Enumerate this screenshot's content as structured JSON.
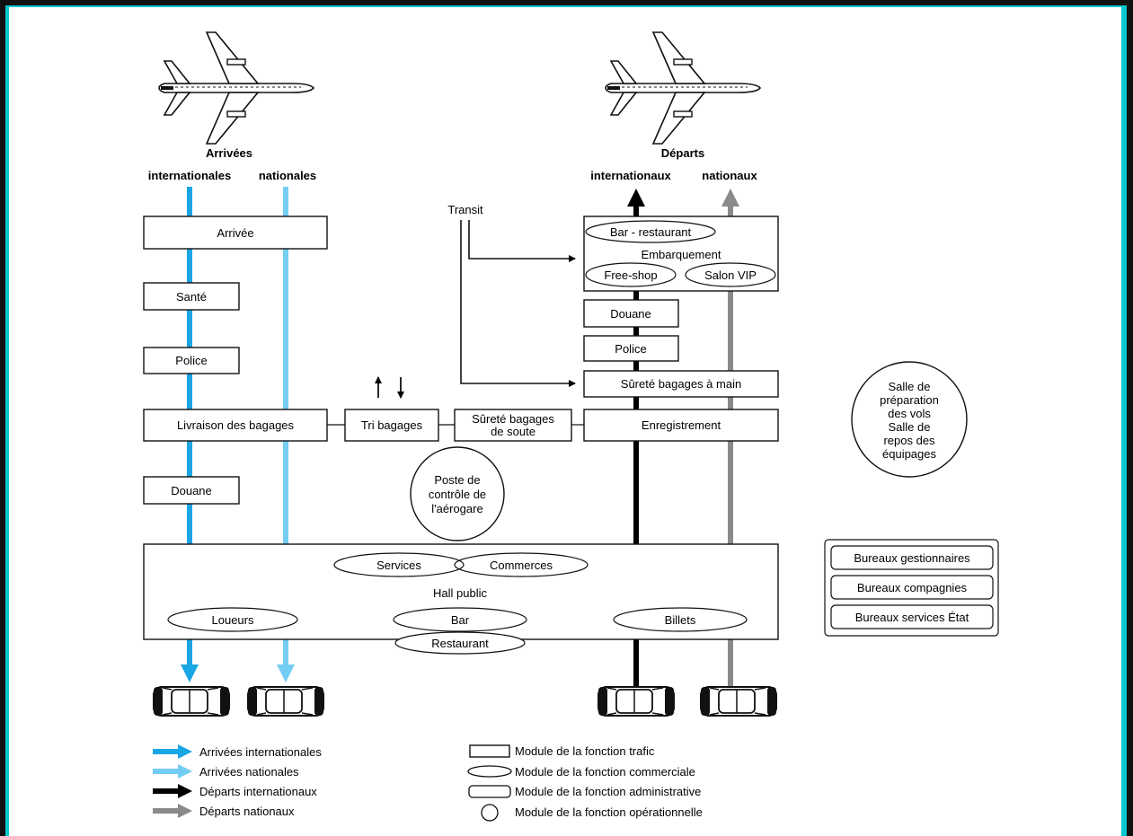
{
  "colors": {
    "arrivees_internationales": "#1aa5e3",
    "arrivees_nationales": "#74cdf2",
    "departs_internationaux": "#000000",
    "departs_nationaux": "#8a8a8a",
    "frame_border": "#05c7cf"
  },
  "headings": {
    "arrivees": "Arrivées",
    "arrivees_internationales": "internationales",
    "arrivees_nationales": "nationales",
    "departs": "Départs",
    "departs_internationaux": "internationaux",
    "departs_nationaux": "nationaux"
  },
  "transit": "Transit",
  "modules": {
    "arrivee": "Arrivée",
    "sante": "Santé",
    "police_arrivee": "Police",
    "livraison_bagages": "Livraison des bagages",
    "douane_arrivee": "Douane",
    "tri_bagages": "Tri bagages",
    "surete_soute_line1": "Sûreté bagages",
    "surete_soute_line2": "de soute",
    "enregistrement": "Enregistrement",
    "surete_main": "Sûreté bagages à main",
    "police_depart": "Police",
    "douane_depart": "Douane",
    "embarquement": "Embarquement",
    "bar_restaurant": "Bar - restaurant",
    "free_shop": "Free-shop",
    "salon_vip": "Salon VIP"
  },
  "hall": {
    "title": "Hall public",
    "services": "Services",
    "commerces": "Commerces",
    "loueurs": "Loueurs",
    "bar": "Bar",
    "restaurant": "Restaurant",
    "billets": "Billets"
  },
  "operational": {
    "poste_controle": [
      "Poste de",
      "contrôle de",
      "l'aérogare"
    ],
    "salle_preparation": [
      "Salle de",
      "préparation",
      "des vols",
      "Salle de",
      "repos des",
      "équipages"
    ]
  },
  "admin": {
    "bureaux_gestionnaires": "Bureaux gestionnaires",
    "bureaux_compagnies": "Bureaux compagnies",
    "bureaux_services_etat": "Bureaux services État"
  },
  "legend_flows": [
    {
      "label": "Arrivées internationales",
      "color": "#1aa5e3"
    },
    {
      "label": "Arrivées nationales",
      "color": "#74cdf2"
    },
    {
      "label": "Départs internationaux",
      "color": "#000000"
    },
    {
      "label": "Départs nationaux",
      "color": "#8a8a8a"
    }
  ],
  "legend_modules": [
    {
      "label": "Module de la fonction trafic",
      "shape": "rectangle"
    },
    {
      "label": "Module de la fonction commerciale",
      "shape": "ellipse"
    },
    {
      "label": "Module de la fonction administrative",
      "shape": "rounded-rectangle"
    },
    {
      "label": "Module de la fonction opérationnelle",
      "shape": "circle"
    }
  ],
  "icons": {
    "airplane_left": "airplane-icon",
    "airplane_right": "airplane-icon",
    "cars": "car-icon"
  }
}
